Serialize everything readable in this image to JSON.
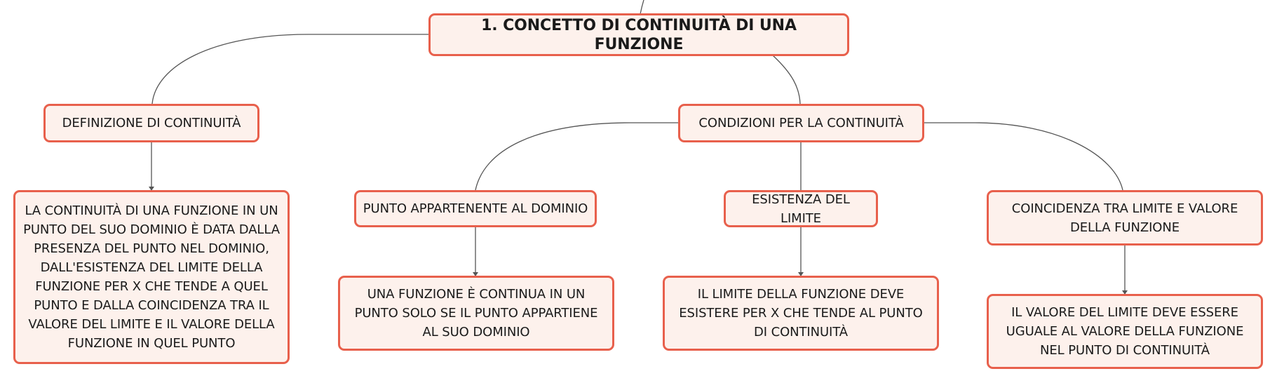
{
  "colors": {
    "border": "#e8604c",
    "fill": "#fdf1ec",
    "connector": "#555555",
    "text": "#1a1a1a"
  },
  "map": {
    "root": "1. CONCETTO DI CONTINUITÀ DI UNA FUNZIONE",
    "definition": {
      "title": "DEFINIZIONE DI CONTINUITÀ",
      "detail": "LA CONTINUITÀ DI UNA FUNZIONE IN UN PUNTO DEL SUO DOMINIO È DATA DALLA PRESENZA DEL PUNTO NEL DOMINIO, DALL'ESISTENZA DEL LIMITE DELLA FUNZIONE PER X CHE TENDE A QUEL PUNTO E DALLA COINCIDENZA TRA IL VALORE DEL LIMITE E IL VALORE DELLA FUNZIONE IN QUEL PUNTO"
    },
    "conditions": {
      "title": "CONDIZIONI PER LA CONTINUITÀ",
      "items": [
        {
          "title": "PUNTO APPARTENENTE AL DOMINIO",
          "detail": "UNA FUNZIONE È CONTINUA IN UN PUNTO SOLO SE IL PUNTO APPARTIENE AL SUO DOMINIO"
        },
        {
          "title": "ESISTENZA DEL LIMITE",
          "detail": "IL LIMITE DELLA FUNZIONE DEVE ESISTERE PER X CHE TENDE AL PUNTO DI CONTINUITÀ"
        },
        {
          "title": "COINCIDENZA TRA LIMITE E VALORE DELLA FUNZIONE",
          "detail": "IL VALORE DEL LIMITE DEVE ESSERE UGUALE AL VALORE DELLA FUNZIONE NEL PUNTO DI CONTINUITÀ"
        }
      ]
    }
  }
}
